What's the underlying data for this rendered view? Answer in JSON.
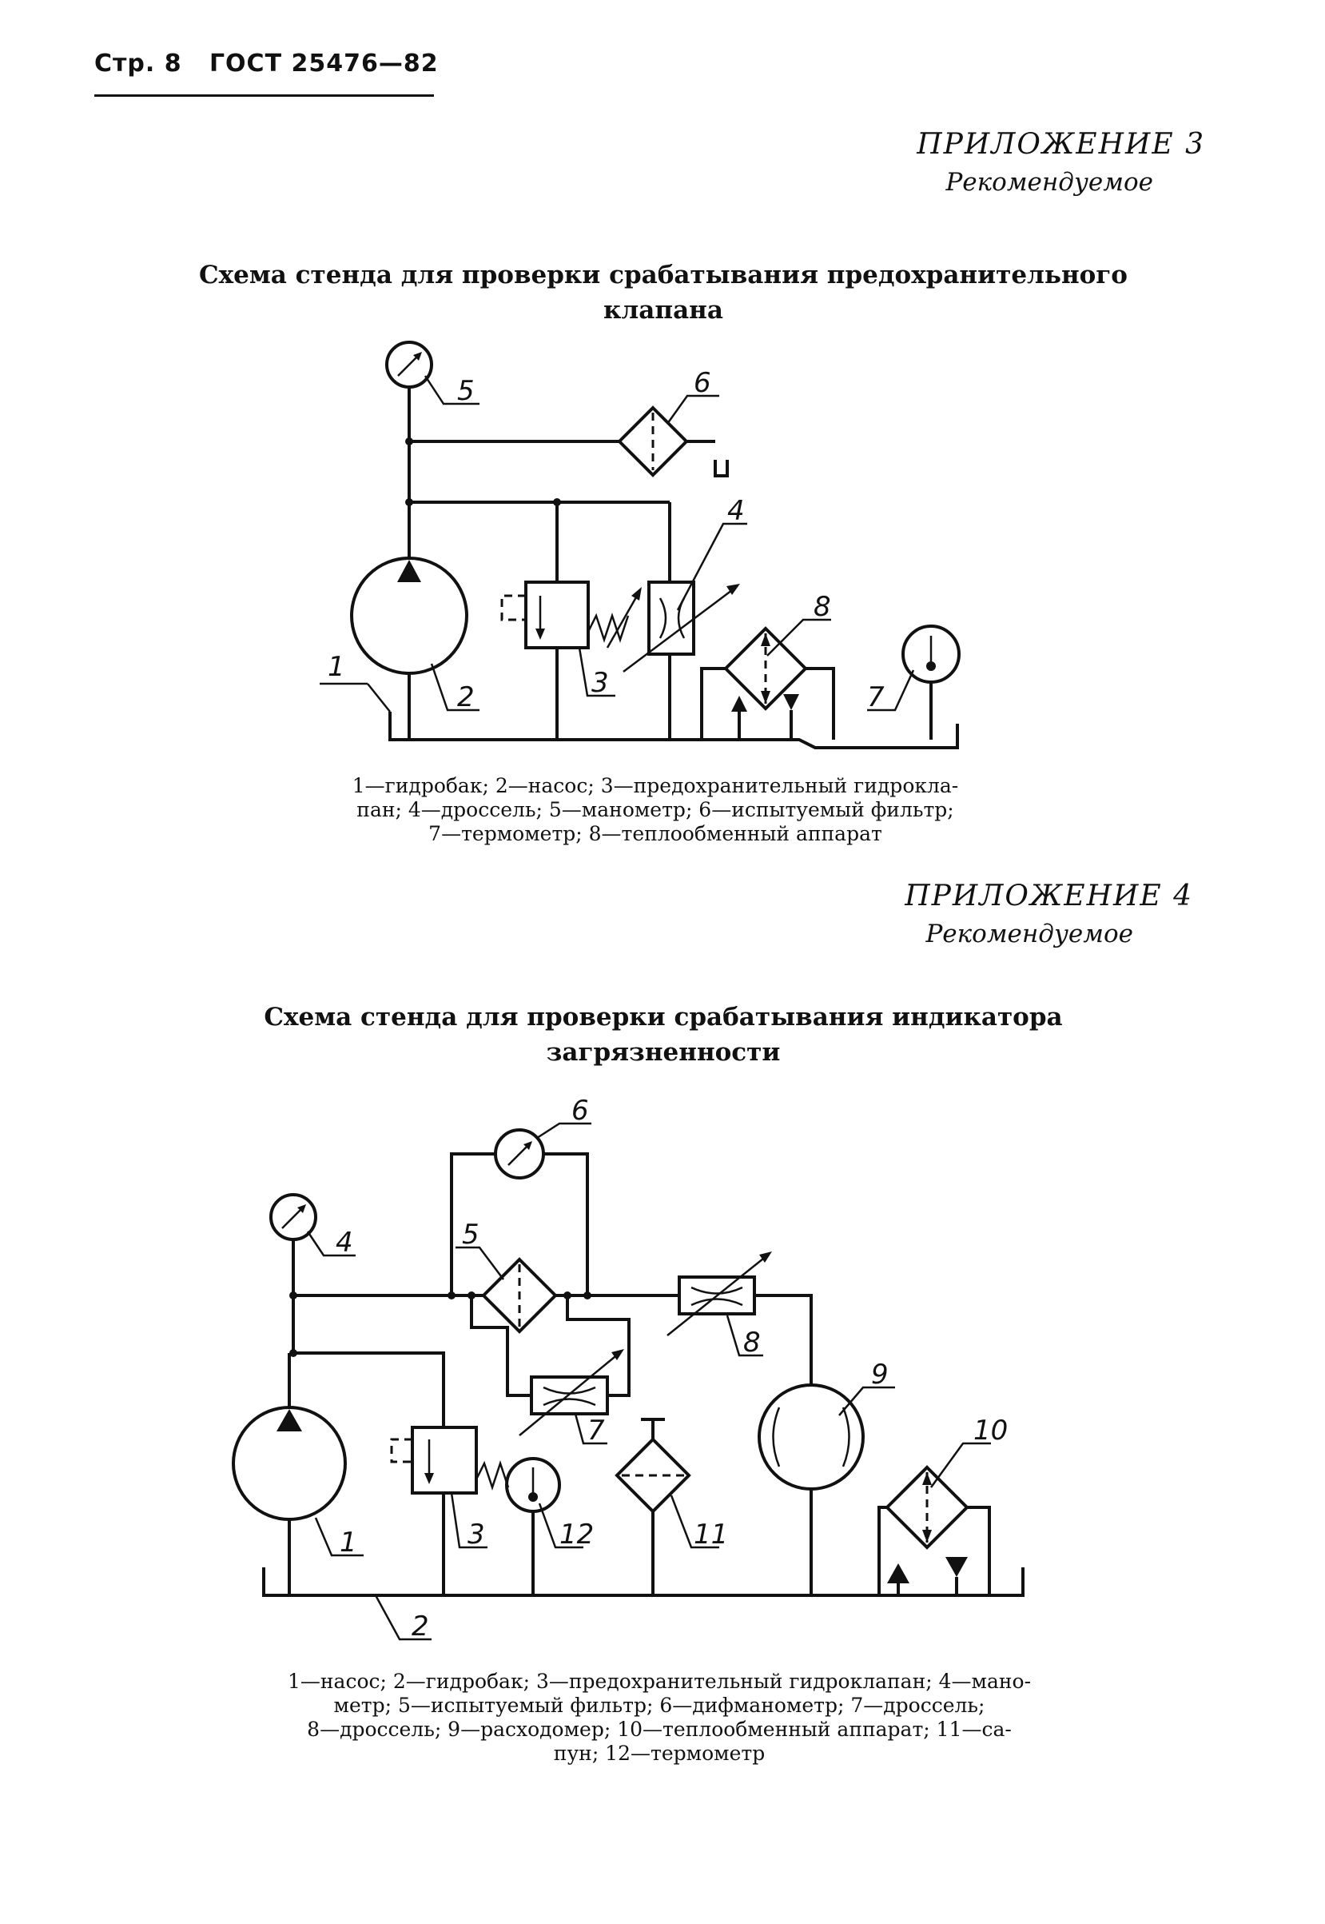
{
  "header": {
    "page": "Стр. 8",
    "standard": "ГОСТ 25476—82"
  },
  "appendix3": {
    "title": "ПРИЛОЖЕНИЕ 3",
    "subtitle": "Рекомендуемое",
    "scheme_title_line1": "Схема стенда для проверки срабатывания предохранительного",
    "scheme_title_line2": "клапана",
    "labels": [
      "1",
      "2",
      "3",
      "4",
      "5",
      "6",
      "7",
      "8"
    ],
    "legend_line1": "1—гидробак; 2—насос; 3—предохранительный гидрокла-",
    "legend_line2": "пан; 4—дроссель; 5—манометр; 6—испытуемый фильтр;",
    "legend_line3": "7—термометр; 8—теплообменный аппарат"
  },
  "appendix4": {
    "title": "ПРИЛОЖЕНИЕ 4",
    "subtitle": "Рекомендуемое",
    "scheme_title_line1": "Схема стенда для проверки срабатывания индикатора",
    "scheme_title_line2": "загрязненности",
    "labels": [
      "1",
      "2",
      "3",
      "4",
      "5",
      "6",
      "7",
      "8",
      "9",
      "10",
      "11",
      "12"
    ],
    "legend_line1": "1—насос; 2—гидробак; 3—предохранительный гидроклапан; 4—мано-",
    "legend_line2": "метр; 5—испытуемый фильтр; 6—дифманометр; 7—дроссель;",
    "legend_line3": "8—дроссель; 9—расходомер; 10—теплообменный аппарат; 11—са-",
    "legend_line4": "пун; 12—термометр"
  }
}
